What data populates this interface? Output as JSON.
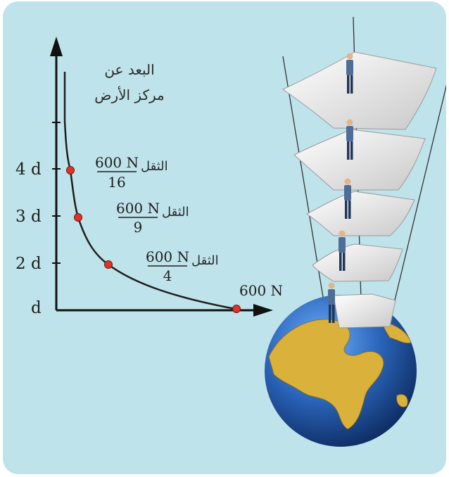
{
  "axis": {
    "y_title_line1": "البعد عن",
    "y_title_line2": "مركز الأرض",
    "y_ticks": [
      "4 d",
      "3 d",
      "2 d",
      "d"
    ]
  },
  "points": [
    {
      "distance_d": 1,
      "weight_label": "600 N",
      "numerator": "",
      "denominator": ""
    },
    {
      "distance_d": 2,
      "weight_label": "الثقل",
      "numerator": "600 N",
      "denominator": "4"
    },
    {
      "distance_d": 3,
      "weight_label": "الثقل",
      "numerator": "600 N",
      "denominator": "9"
    },
    {
      "distance_d": 4,
      "weight_label": "الثقل",
      "numerator": "600 N",
      "denominator": "16"
    }
  ],
  "colors": {
    "background": "#bfe3ea",
    "curve": "#1e1e1e",
    "point": "#e0322b",
    "ocean": "#2a63b8",
    "land": "#d9b13b",
    "platform": "#f2f2f2"
  },
  "illustration": {
    "scene": "earth-with-stacked-platforms",
    "figure_count": 5
  }
}
